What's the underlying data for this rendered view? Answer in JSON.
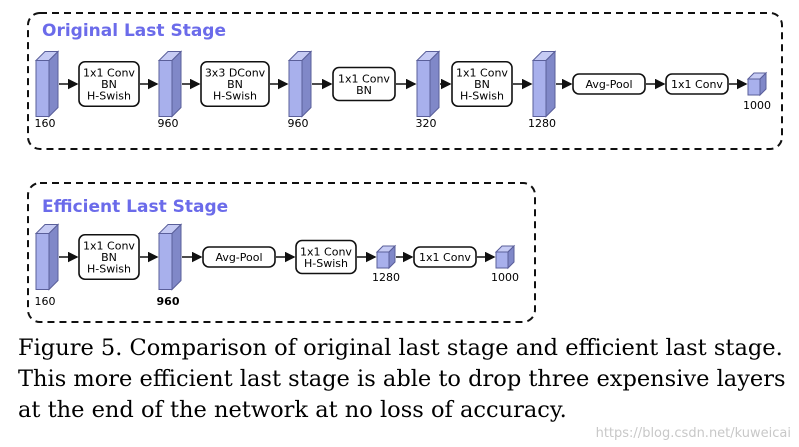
{
  "colors": {
    "front": "#a8b0ec",
    "side": "#8088c8",
    "top": "#c6cbf4",
    "edge": "#5a5f9a",
    "title": "#6b6bea",
    "dash": "#111111",
    "arrow": "#111111"
  },
  "original": {
    "title": "Original Last Stage",
    "nodes": [
      {
        "kind": "block",
        "dim": "160"
      },
      {
        "kind": "op",
        "lines": [
          "1x1 Conv",
          "BN",
          "H-Swish"
        ]
      },
      {
        "kind": "block",
        "dim": "960"
      },
      {
        "kind": "op",
        "lines": [
          "3x3 DConv",
          "BN",
          "H-Swish"
        ]
      },
      {
        "kind": "block",
        "dim": "960"
      },
      {
        "kind": "op",
        "lines": [
          "1x1 Conv",
          "BN"
        ]
      },
      {
        "kind": "block",
        "dim": "320"
      },
      {
        "kind": "op",
        "lines": [
          "1x1 Conv",
          "BN",
          "H-Swish"
        ]
      },
      {
        "kind": "block",
        "dim": "1280"
      },
      {
        "kind": "op",
        "lines": [
          "Avg-Pool"
        ]
      },
      {
        "kind": "op",
        "lines": [
          "1x1 Conv"
        ]
      },
      {
        "kind": "cube",
        "dim": "1000"
      }
    ]
  },
  "efficient": {
    "title": "Efficient Last Stage",
    "nodes": [
      {
        "kind": "block",
        "dim": "160"
      },
      {
        "kind": "op",
        "lines": [
          "1x1 Conv",
          "BN",
          "H-Swish"
        ]
      },
      {
        "kind": "block",
        "dim": "960"
      },
      {
        "kind": "op",
        "lines": [
          "Avg-Pool"
        ]
      },
      {
        "kind": "op",
        "lines": [
          "1x1 Conv",
          "H-Swish"
        ]
      },
      {
        "kind": "cube",
        "dim": "1280"
      },
      {
        "kind": "op",
        "lines": [
          "1x1 Conv"
        ]
      },
      {
        "kind": "cube",
        "dim": "1000"
      }
    ]
  },
  "caption": "Figure 5. Comparison of original last stage and efficient last stage. This more efficient last stage is able to drop three expensive layers at the end of the network at no loss of accuracy.",
  "watermark": "https://blog.csdn.net/kuweicai"
}
